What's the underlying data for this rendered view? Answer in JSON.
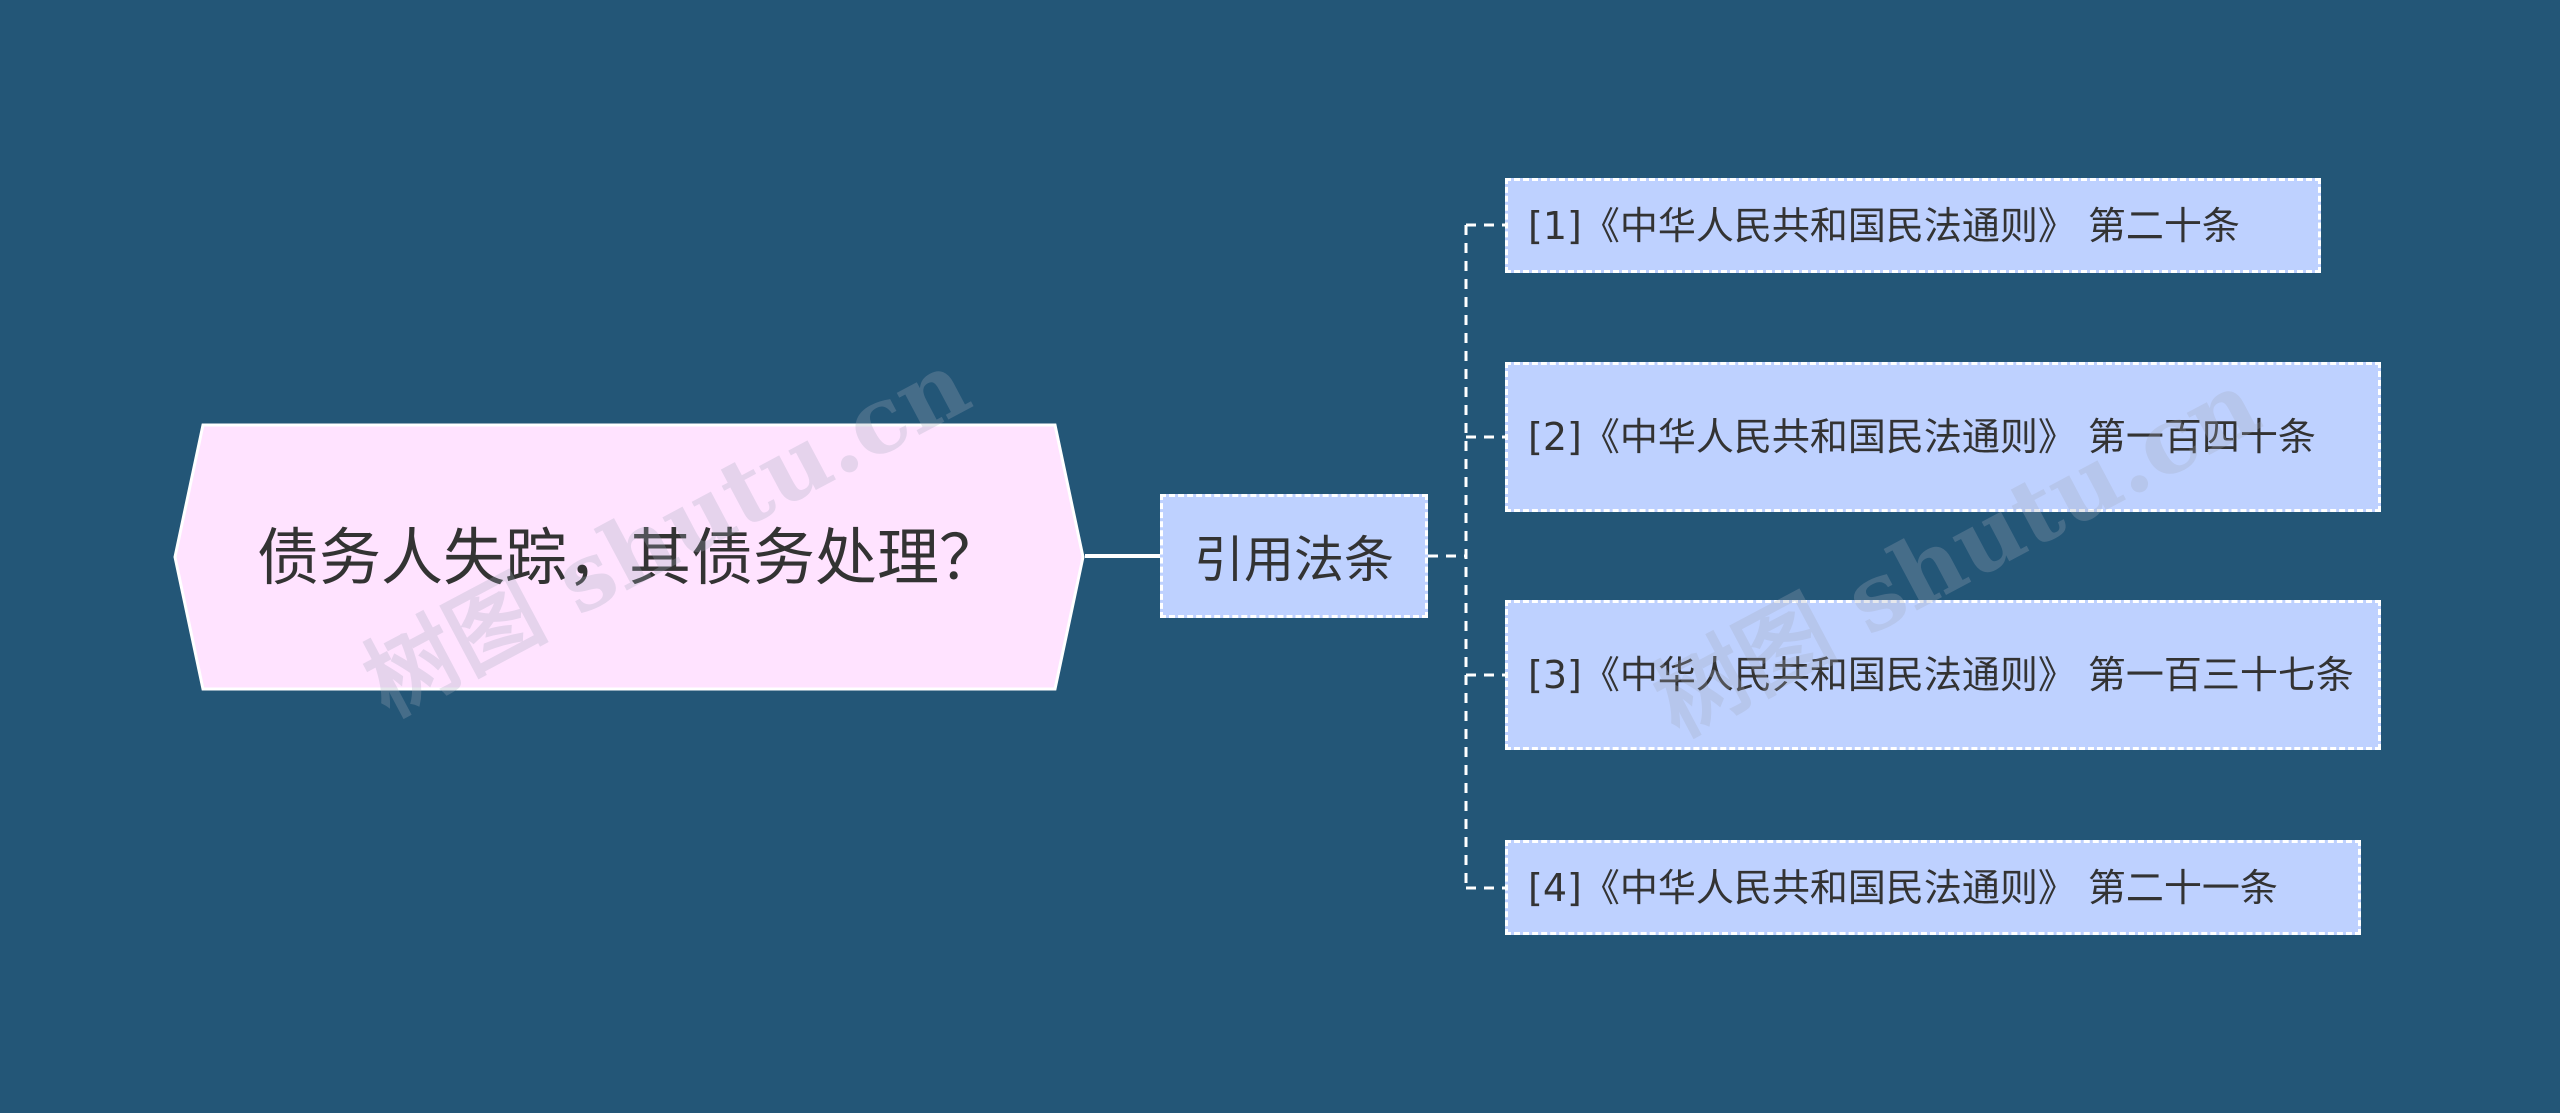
{
  "colors": {
    "background": "#235677",
    "root_fill": "#ffe3ff",
    "node_fill": "#bed1ff",
    "line": "#ffffff",
    "text": "#333333"
  },
  "root": {
    "label": "债务人失踪，其债务处理？"
  },
  "branch": {
    "label": "引用法条"
  },
  "leaves": [
    {
      "label": "[1]《中华人民共和国民法通则》 第二十条"
    },
    {
      "label": "[2]《中华人民共和国民法通则》 第一百四十条"
    },
    {
      "label": "[3]《中华人民共和国民法通则》 第一百三十七条"
    },
    {
      "label": "[4]《中华人民共和国民法通则》 第二十一条"
    }
  ],
  "watermark": {
    "text": "树图 shutu.cn"
  }
}
